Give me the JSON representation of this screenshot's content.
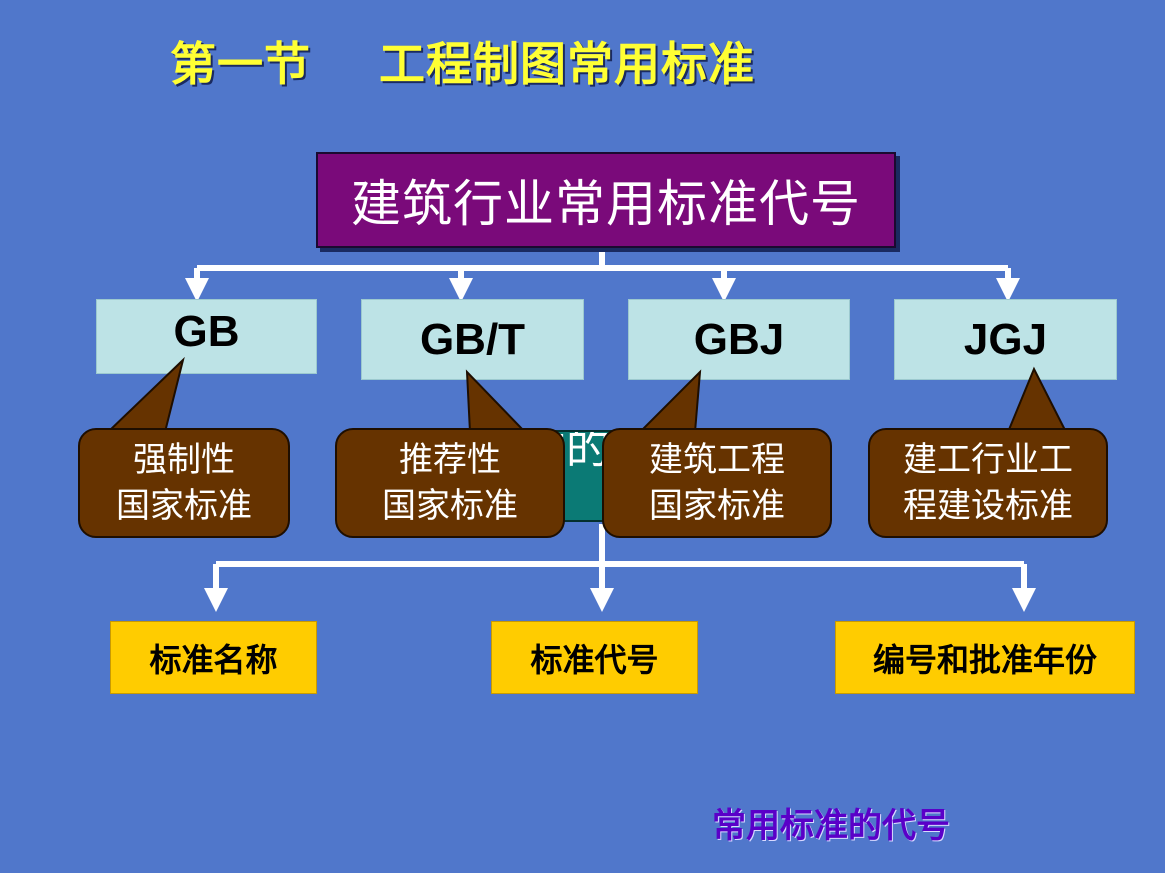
{
  "title": "第一节    工程制图常用标准",
  "root": {
    "label": "建筑行业常用标准代号"
  },
  "standards": [
    {
      "code": "GB",
      "desc_line1": "强制性",
      "desc_line2": "国家标准"
    },
    {
      "code": "GB/T",
      "desc_line1": "推荐性",
      "desc_line2": "国家标准"
    },
    {
      "code": "GBJ",
      "desc_line1": "建筑工程",
      "desc_line2": "国家标准"
    },
    {
      "code": "JGJ",
      "desc_line1": "建工行业工",
      "desc_line2": "程建设标准"
    }
  ],
  "hidden_box_text": "准的代",
  "components": [
    {
      "label": "标准名称"
    },
    {
      "label": "标准代号"
    },
    {
      "label": "编号和批准年份"
    }
  ],
  "footer_link": "常用标准的代号",
  "colors": {
    "background": "#5077cb",
    "title": "#ffff33",
    "root_box": "#7a0a7a",
    "code_box": "#bde3e6",
    "callout": "#663300",
    "hidden_box": "#0b7a75",
    "component_box": "#ffcc00",
    "connector": "#ffffff",
    "footer_link": "#5a00c8"
  }
}
